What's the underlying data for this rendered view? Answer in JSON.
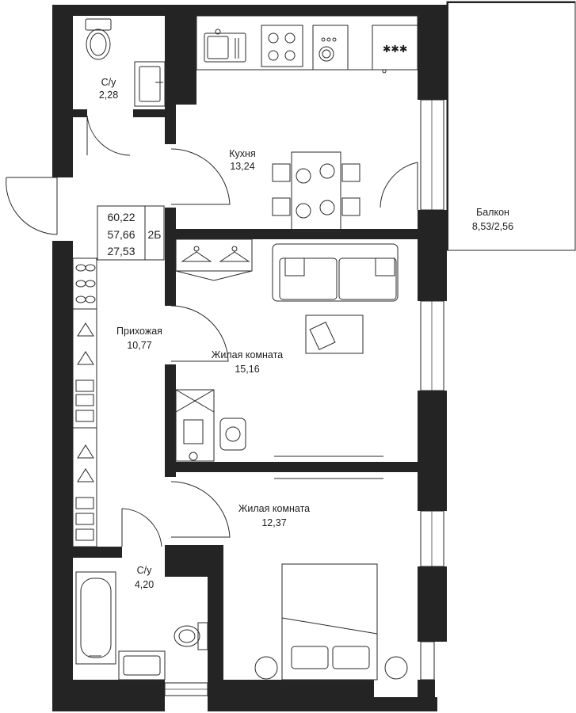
{
  "rooms": [
    {
      "name": "С/у",
      "area": "2,28"
    },
    {
      "name": "Кухня",
      "area": "13,24"
    },
    {
      "name": "Балкон",
      "area": "8,53/2,56"
    },
    {
      "name": "Прихожая",
      "area": "10,77"
    },
    {
      "name": "Жилая комната",
      "area": "15,16"
    },
    {
      "name": "Жилая комната",
      "area": "12,37"
    },
    {
      "name": "С/у",
      "area": "4,20"
    }
  ],
  "summary": {
    "total_area": "60,22",
    "living_area": "57,66",
    "residential_area": "27,53",
    "apartment_type": "2Б"
  },
  "colors": {
    "wall": "#242424",
    "line": "#2a2a2a",
    "background": "#ffffff"
  },
  "icons": [
    "sink-icon",
    "stove-icon",
    "dishwasher-icon",
    "fridge-icon",
    "toilet-icon",
    "bathtub-icon",
    "dining-table-icon",
    "sofa-icon",
    "bed-icon",
    "desk-icon",
    "chair-icon",
    "tv-icon",
    "hanger-icon",
    "shoes-icon"
  ]
}
